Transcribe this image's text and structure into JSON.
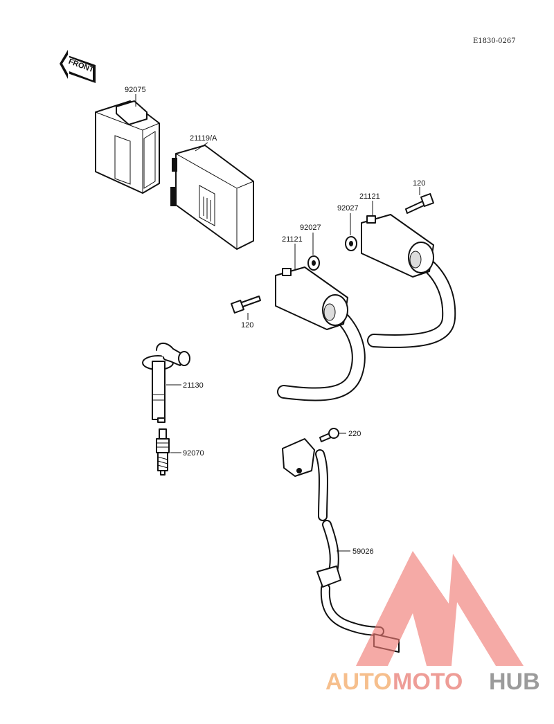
{
  "diagram_ref": "E1830-0267",
  "front_arrow_text": "FRONT",
  "parts": {
    "cover": "92075",
    "igniter": "21119/A",
    "coil_front": "21121",
    "coil_rear": "21121",
    "damper_front": "92027",
    "damper_rear": "92027",
    "bolt_front": "120",
    "bolt_rear": "120",
    "plug_cap": "21130",
    "spark_plug": "92070",
    "screw": "220",
    "pickup_coil": "59026"
  },
  "watermark": {
    "part1": "AUTO",
    "part2": "MOTO",
    "part3": "HUB",
    "color1": "#f5b47a",
    "color2": "#ec8d86",
    "color3": "#8a8a8a",
    "logo_color": "#ef7b74"
  }
}
